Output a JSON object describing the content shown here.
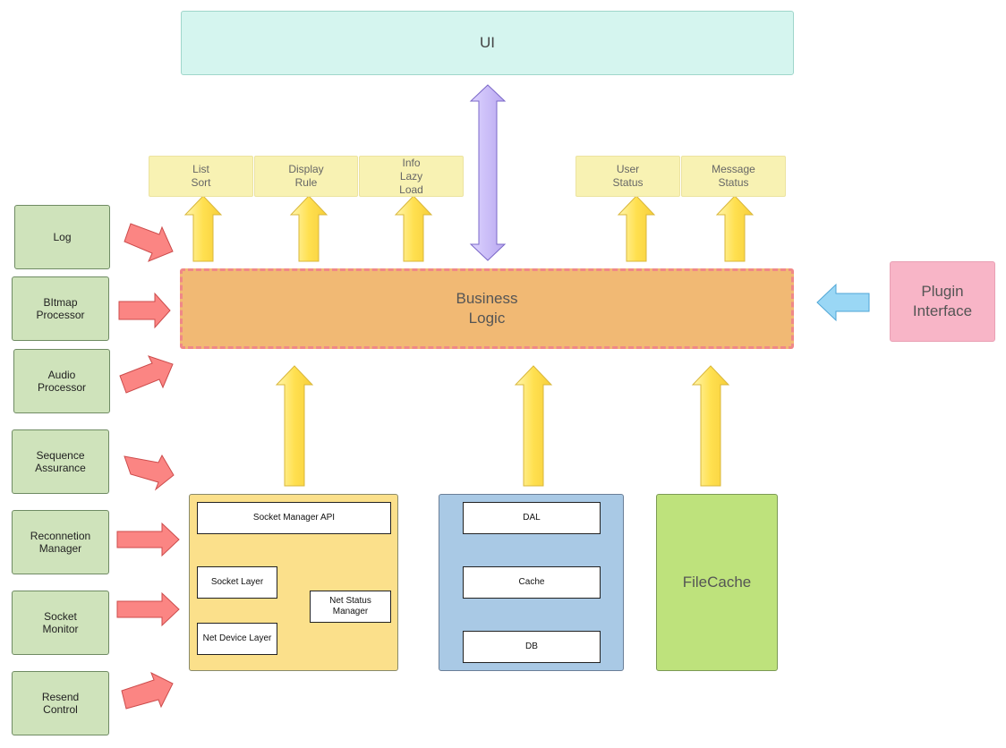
{
  "ui": {
    "label": "UI"
  },
  "features": [
    {
      "label": "List\nSort"
    },
    {
      "label": "Display\nRule"
    },
    {
      "label": "Info\nLazy\nLoad"
    },
    {
      "label": "User\nStatus"
    },
    {
      "label": "Message\nStatus"
    }
  ],
  "business_logic": {
    "label": "Business\nLogic"
  },
  "plugin": {
    "label": "Plugin\nInterface"
  },
  "side_modules": [
    {
      "label": "Log"
    },
    {
      "label": "BItmap\nProcessor"
    },
    {
      "label": "Audio\nProcessor"
    },
    {
      "label": "Sequence\nAssurance"
    },
    {
      "label": "Reconnetion\nManager"
    },
    {
      "label": "Socket\nMonitor"
    },
    {
      "label": "Resend\nControl"
    }
  ],
  "socket": {
    "api": "Socket Manager API",
    "socket_layer": "Socket Layer",
    "net_device_layer": "Net Device Layer",
    "net_status_manager": "Net Status\nManager"
  },
  "data_store": {
    "dal": "DAL",
    "cache": "Cache",
    "db": "DB"
  },
  "filecache": {
    "label": "FileCache"
  },
  "colors": {
    "ui": "#d5f5ef",
    "feature": "#f8f2b3",
    "business_logic": "#f1b974",
    "business_border": "#f08888",
    "plugin": "#f8b5c7",
    "side_module": "#cfe3bb",
    "socket_panel": "#fbe08b",
    "db_panel": "#a9c9e5",
    "filecache": "#bee27c",
    "yellow_arrow": "#ffe05a",
    "red_arrow": "#fb8583",
    "blue_arrow": "#9ad7f5",
    "purple_arrow": "#c6b8f5"
  }
}
